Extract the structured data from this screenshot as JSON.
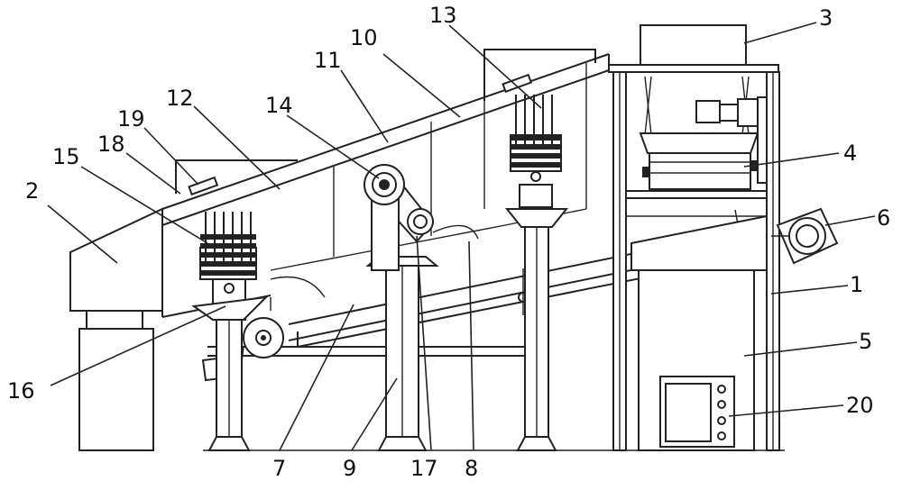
{
  "labels": [
    {
      "id": "1",
      "text": "1"
    },
    {
      "id": "2",
      "text": "2"
    },
    {
      "id": "3",
      "text": "3"
    },
    {
      "id": "4",
      "text": "4"
    },
    {
      "id": "5",
      "text": "5"
    },
    {
      "id": "6",
      "text": "6"
    },
    {
      "id": "7",
      "text": "7"
    },
    {
      "id": "8",
      "text": "8"
    },
    {
      "id": "9",
      "text": "9"
    },
    {
      "id": "10",
      "text": "10"
    },
    {
      "id": "11",
      "text": "11"
    },
    {
      "id": "12",
      "text": "12"
    },
    {
      "id": "13",
      "text": "13"
    },
    {
      "id": "14",
      "text": "14"
    },
    {
      "id": "15",
      "text": "15"
    },
    {
      "id": "16",
      "text": "16"
    },
    {
      "id": "17",
      "text": "17"
    },
    {
      "id": "18",
      "text": "18"
    },
    {
      "id": "19",
      "text": "19"
    },
    {
      "id": "20",
      "text": "20"
    }
  ],
  "colors": {
    "line": "#222222",
    "background": "#ffffff"
  }
}
